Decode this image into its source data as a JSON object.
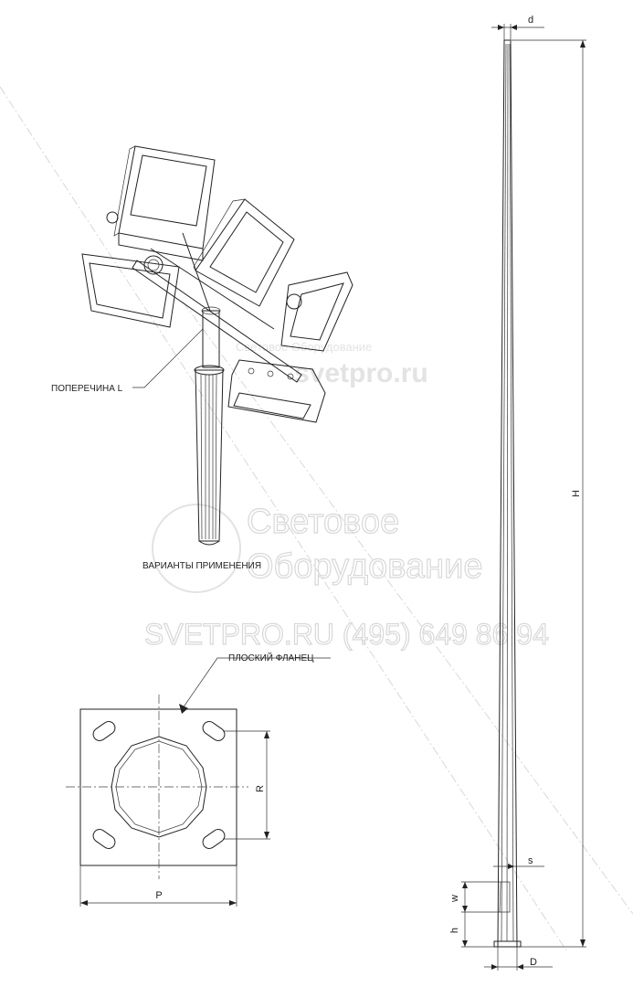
{
  "labels": {
    "crossbar": "ПОПЕРЕЧИНА L",
    "usage_variants": "ВАРИАНТЫ ПРИМЕНЕНИЯ",
    "flat_flange": "ПЛОСКИЙ ФЛАНЕЦ"
  },
  "dimensions": {
    "top_diameter": "d",
    "height": "H",
    "wall": "s",
    "hatch_width": "w",
    "hatch_height": "h",
    "base_diameter": "D",
    "flange_size": "P",
    "bolt_spacing": "R"
  },
  "watermark": {
    "line1": "Световое",
    "line2": "Оборудование",
    "line3": "SVETPRO.RU   (495) 649 86 94",
    "small_line1": "Световое Оборудование",
    "small_line2": "svetpro.ru"
  }
}
